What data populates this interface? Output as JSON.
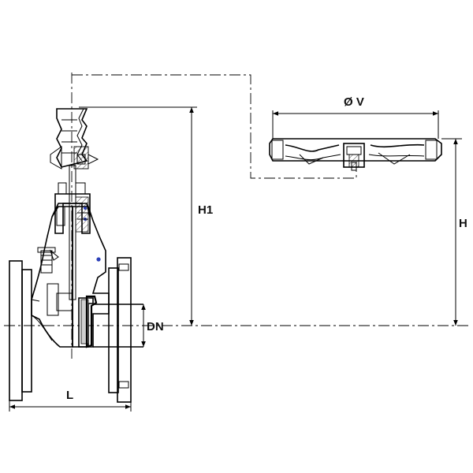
{
  "diagram": {
    "labels": {
      "diameter": "Ø V",
      "height_h1": "H1",
      "height_h": "H",
      "nominal_diameter": "DN",
      "length": "L"
    },
    "colors": {
      "line": "#000000",
      "fill_light": "#e6e6e6",
      "fill_mid": "#bdbdbd",
      "seal_blue": "#2b3fb8",
      "background": "#ffffff"
    }
  }
}
